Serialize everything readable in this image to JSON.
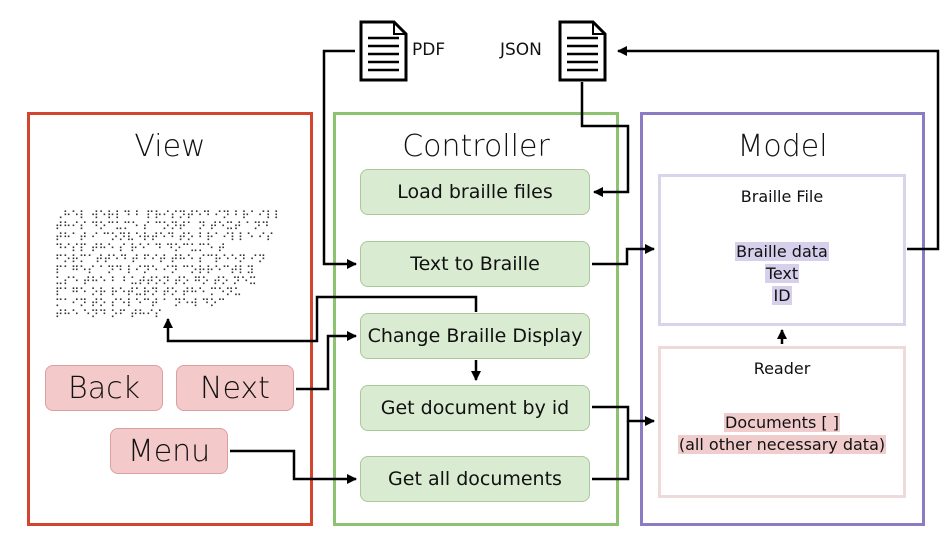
{
  "view": {
    "title": "View",
    "back_label": "Back",
    "next_label": "Next",
    "menu_label": "Menu",
    "braille_lines": [
      "⠠⠓⠑⠇ ⠺⠑⠗⠇⠙ ⠃ ⠏⠗⠊⠎⠝⠞⠑⠙ ⠊⠝ ⠃⠗⠁⠊⠇⠇",
      "⠞⠓⠊⠎ ⠙⠕⠉⠥⠍⠑ ⠎ ⠉⠕⠝⠞⠁ ⠝ ⠞⠑⠭⠞ ⠁⠝⠙",
      "⠞⠓⠁⠞ ⠊ ⠉⠕⠝⠧⠑⠗⠞⠑⠙ ⠞⠕ ⠃⠗⠁⠊⠇⠇⠑ ⠊⠎",
      "⠙⠊⠎⠏ ⠞⠓⠑ ⠎ ⠗⠑⠁⠙ ⠙⠕⠉⠥⠍⠑ ⠞",
      "⠋⠕⠗⠍⠁⠞⠞⠑⠙ ⠞ ⠋⠊⠞ ⠞⠓⠑ ⠎⠉⠗⠑⠑⠝ ⠊⠝",
      "⠏⠁⠛⠑⠎ ⠁⠝⠙ ⠇⠊⠝⠑ ⠊⠝ ⠉⠕⠗⠗⠑⠉⠞⠇⠽",
      "⠥⠎⠑ ⠞⠓⠑ ⠃ ⠃⠥⠞⠞⠕⠝ ⠞⠕ ⠛⠕ ⠞⠕ ⠝⠑⠭",
      "⠏⠁⠛⠑ ⠕⠗ ⠗⠑⠞⠥⠗⠝ ⠞⠕ ⠞⠓⠑ ⠍⠑⠝⠥",
      "⠍⠁⠊⠝ ⠞⠕ ⠎⠑⠇⠑⠉⠞ ⠁ ⠝⠑⠺ ⠙⠕⠉",
      "⠞⠓⠑ ⠑⠝⠙ ⠕⠋ ⠞⠓⠊⠎"
    ]
  },
  "controller": {
    "title": "Controller",
    "buttons": [
      "Load braille files",
      "Text to Braille",
      "Change Braille Display",
      "Get document by id",
      "Get all documents"
    ]
  },
  "model": {
    "title": "Model",
    "braille_file": {
      "title": "Braille File",
      "fields": [
        "Braille data",
        "Text",
        "ID"
      ]
    },
    "reader": {
      "title": "Reader",
      "fields": [
        "Documents [ ]",
        "(all other necessary data)"
      ]
    }
  },
  "files": {
    "pdf_label": "PDF",
    "json_label": "JSON"
  },
  "colors": {
    "view_border": "#d4452f",
    "controller_border": "#8cc270",
    "model_border": "#8b7bc4",
    "controller_button_fill": "#d9ebd1",
    "view_button_fill": "#f4c9c9"
  },
  "icons": [
    "document-icon"
  ]
}
